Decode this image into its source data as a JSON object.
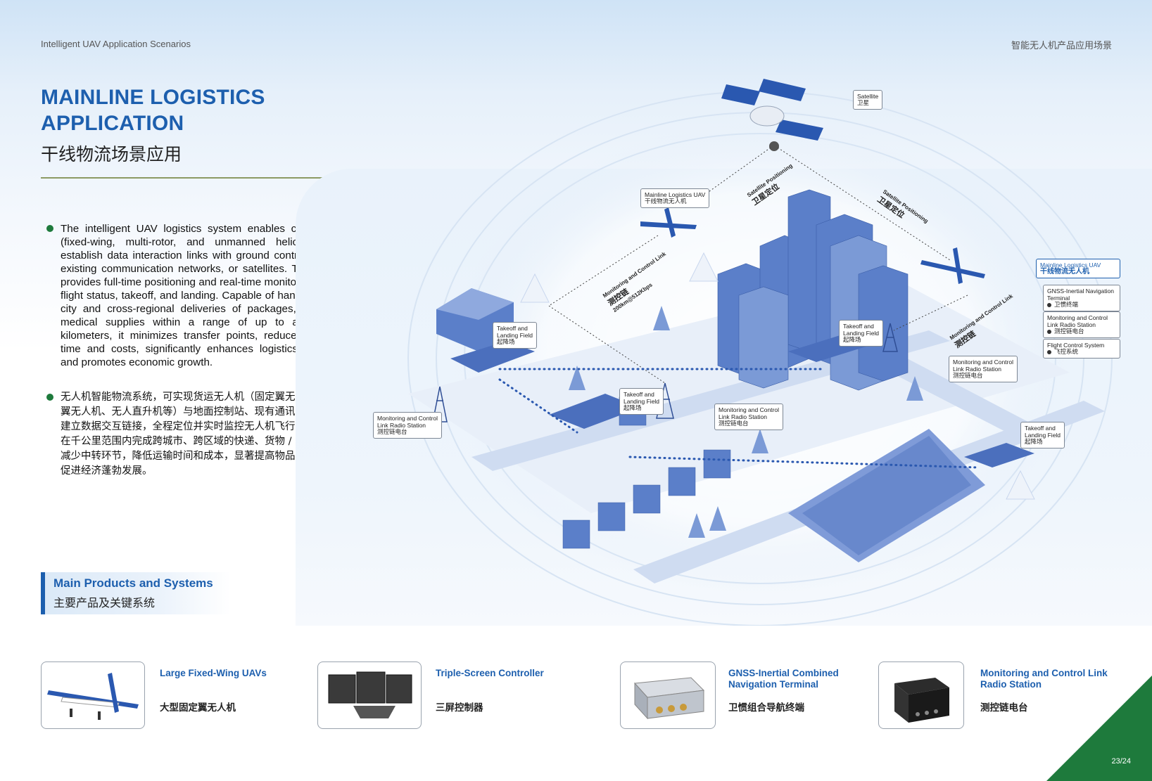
{
  "header": {
    "left": "Intelligent UAV Application Scenarios",
    "right": "智能无人机产品应用场景"
  },
  "title": {
    "en_line1": "MAINLINE LOGISTICS",
    "en_line2": "APPLICATION",
    "cn": "干线物流场景应用"
  },
  "body": {
    "en": "The intelligent UAV logistics system enables cargo UAVs (fixed-wing, multi-rotor, and unmanned helicopters) to establish data interaction links with ground control stations, existing communication networks, or satellites. This system provides full-time positioning and real-time monitoring of UAV flight status, takeoff, and landing. Capable of handling cross-city and cross-regional deliveries of packages, goods, or medical supplies within a range of up to a thousand kilometers, it minimizes transfer points, reduces transport time and costs, significantly enhances logistics efficiency, and promotes economic growth.",
    "cn": "无人机智能物流系统，可实现货运无人机（固定翼无人机、多旋翼无人机、无人直升机等）与地面控制站、现有通讯网络或卫星建立数据交互链接，全程定位并实时监控无人机飞行状态，能够在千公里范围内完成跨城市、跨区域的快递、货物 / 药品配送，减少中转环节，降低运输时间和成本，显著提高物品流转效率，促进经济蓬勃发展。"
  },
  "diagram": {
    "satellite": {
      "en": "Satellite",
      "cn": "卫星"
    },
    "uav_left": {
      "en": "Mainline Logistics UAV",
      "cn": "干线物流无人机"
    },
    "uav_right": {
      "en": "Mainline Logistics UAV",
      "cn": "干线物流无人机"
    },
    "gnss": {
      "en": "GNSS-Inertial Navigation Terminal",
      "cn": "卫惯终端"
    },
    "radio_onboard": {
      "en": "Monitoring and Control Link Radio Station",
      "cn": "测控链电台"
    },
    "flight_ctrl": {
      "en": "Flight Control System",
      "cn": "飞控系统"
    },
    "sat_pos_left": {
      "en": "Satellite Positioning",
      "cn": "卫星定位"
    },
    "sat_pos_right": {
      "en": "Satellite Positioning",
      "cn": "卫星定位"
    },
    "link_left": {
      "en": "Monitoring and Control Link",
      "cn": "测控链",
      "rate": "200km@512Kbps"
    },
    "link_right": {
      "en": "Monitoring and Control Link",
      "cn": "测控链"
    },
    "field_a": {
      "en1": "Takeoff and",
      "en2": "Landing Field",
      "cn": "起降场"
    },
    "field_b": {
      "en1": "Takeoff and",
      "en2": "Landing Field",
      "cn": "起降场"
    },
    "field_c": {
      "en1": "Takeoff and",
      "en2": "Landing Field",
      "cn": "起降场"
    },
    "field_d": {
      "en1": "Takeoff and",
      "en2": "Landing Field",
      "cn": "起降场"
    },
    "station_left": {
      "en1": "Monitoring and Control",
      "en2": "Link Radio Station",
      "cn": "测控链电台"
    },
    "station_mid": {
      "en1": "Monitoring and Control",
      "en2": "Link Radio Station",
      "cn": "测控链电台"
    },
    "station_right": {
      "en1": "Monitoring and Control",
      "en2": "Link Radio Station",
      "cn": "测控链电台"
    }
  },
  "products_section": {
    "en": "Main  Products and Systems",
    "cn": "主要产品及关键系统"
  },
  "products": [
    {
      "en": "Large Fixed-Wing UAVs",
      "en2": "",
      "cn": "大型固定翼无人机",
      "icon": "fixed-wing-uav-icon"
    },
    {
      "en": "Triple-Screen Controller",
      "en2": "",
      "cn": "三屏控制器",
      "icon": "triple-screen-controller-icon"
    },
    {
      "en": "GNSS-Inertial Combined",
      "en2": "Navigation Terminal",
      "cn": "卫惯组合导航终端",
      "icon": "navigation-terminal-icon"
    },
    {
      "en": "Monitoring and Control Link",
      "en2": "Radio Station",
      "cn": "测控链电台",
      "icon": "radio-station-icon"
    }
  ],
  "page_number": "23/24",
  "colors": {
    "accent": "#1d5fae",
    "green": "#1e7a3c",
    "illustration": "#4a6fbf"
  }
}
